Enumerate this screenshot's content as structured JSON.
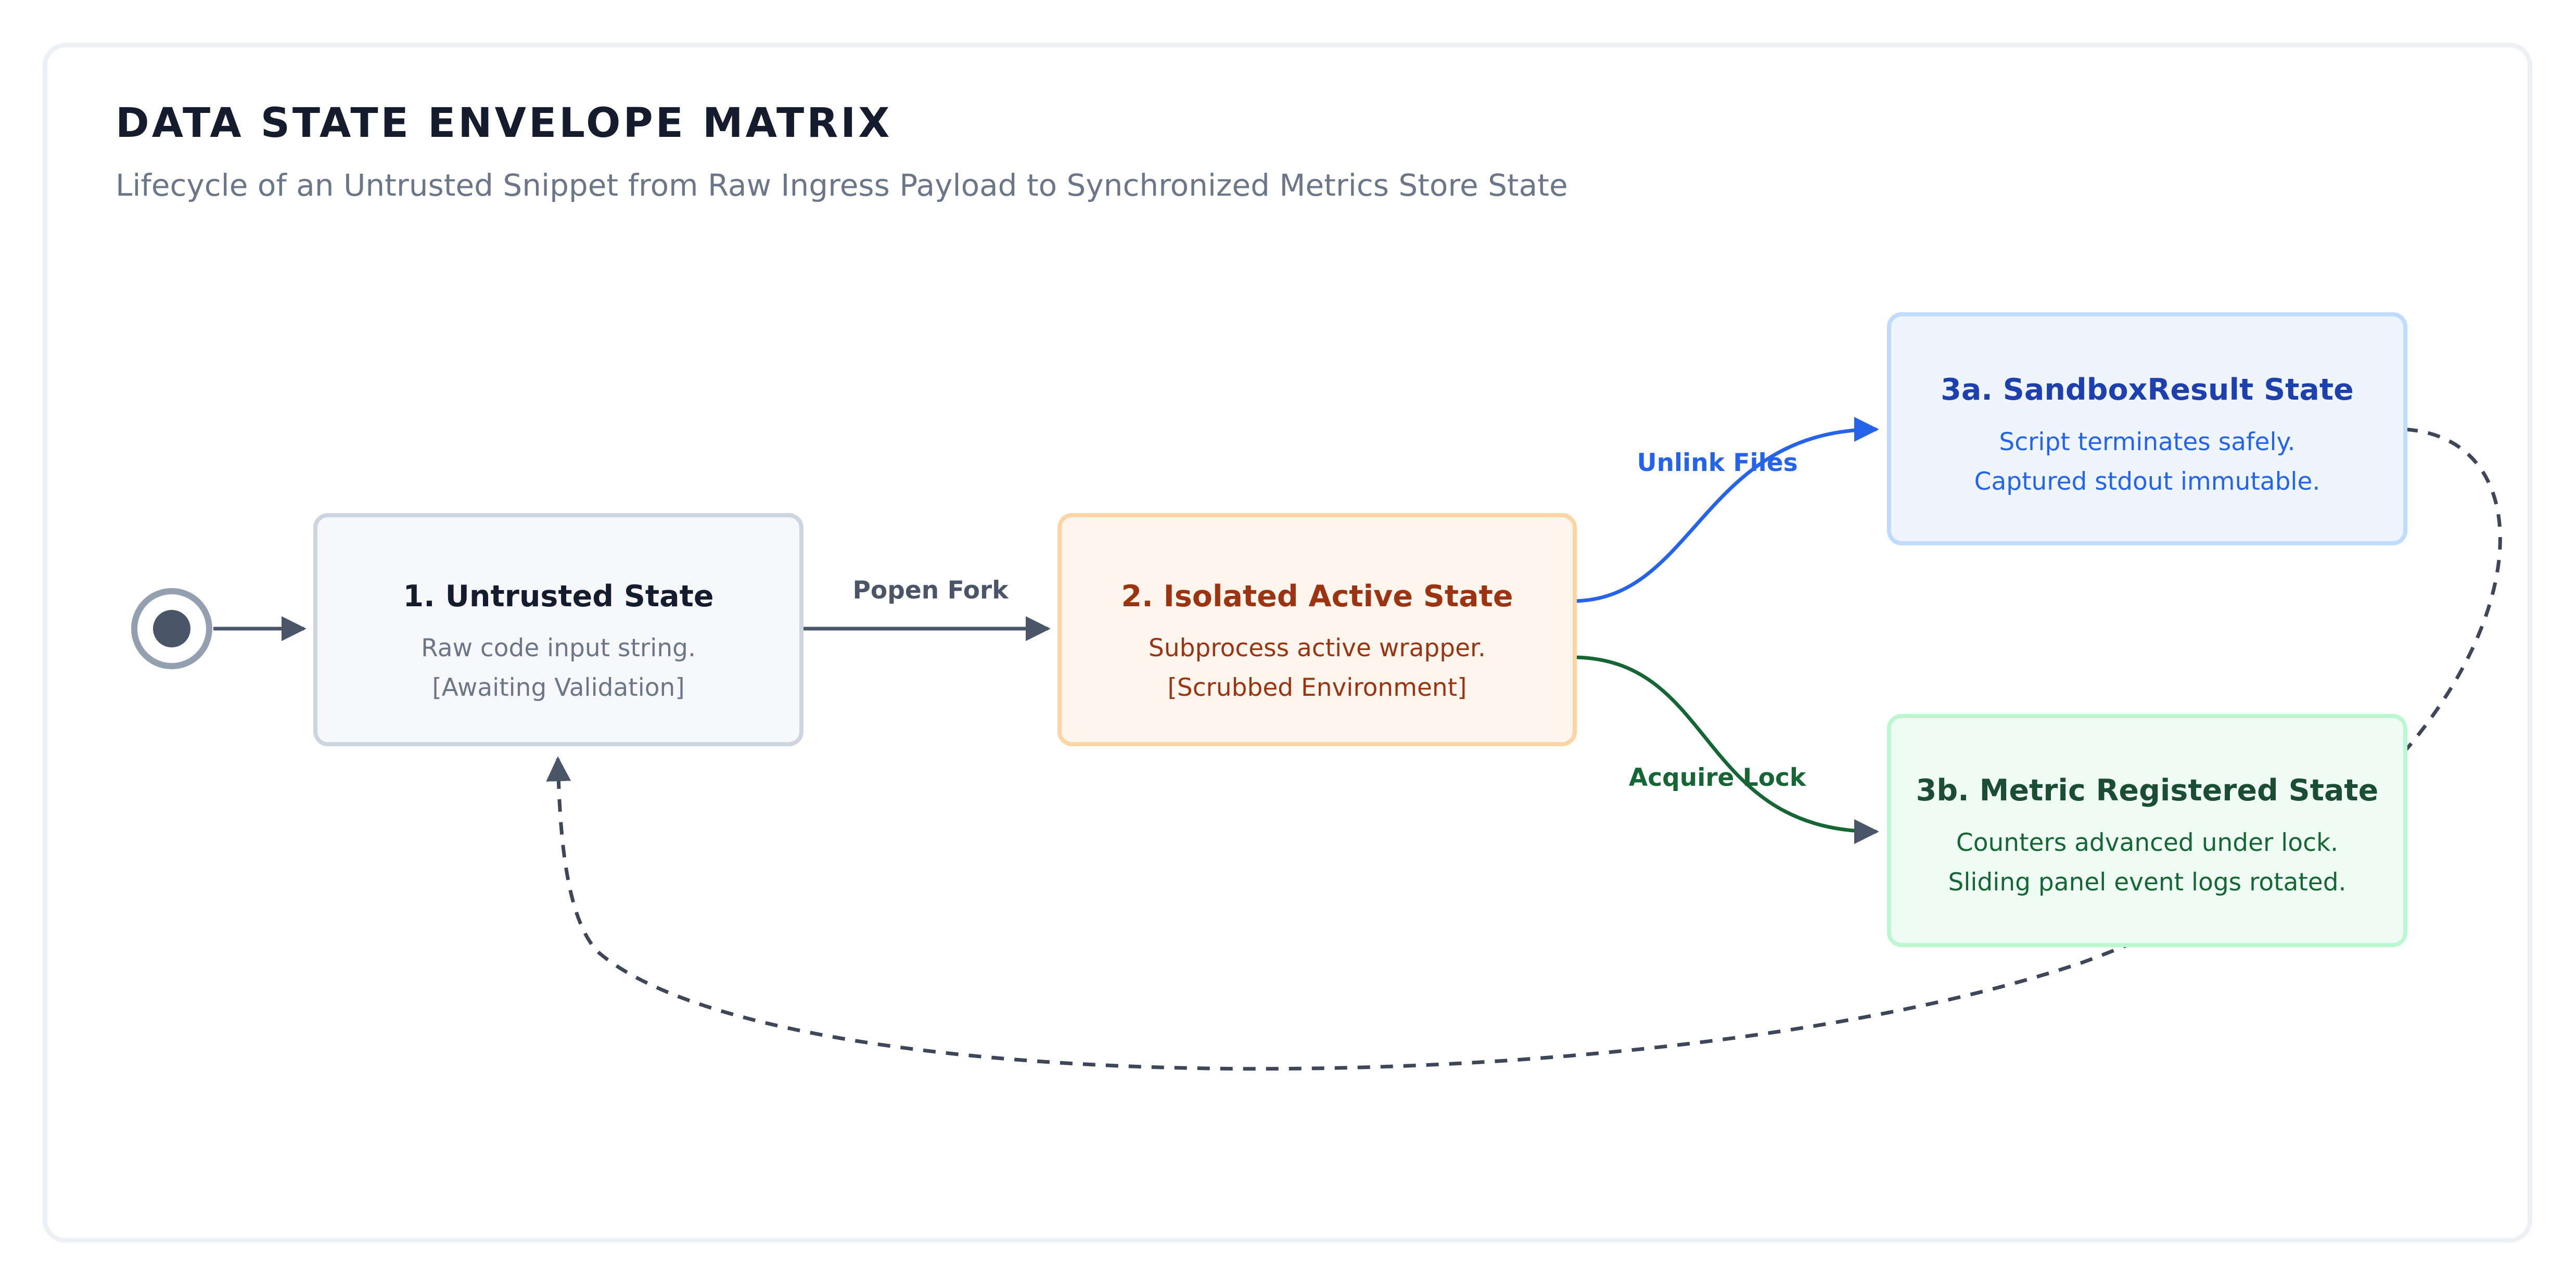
{
  "header": {
    "title": "DATA STATE ENVELOPE MATRIX",
    "subtitle": "Lifecycle of an Untrusted Snippet from Raw Ingress Payload to Synchronized Metrics Store State"
  },
  "nodes": {
    "untrusted": {
      "title": "1. Untrusted State",
      "line1": "Raw code input string.",
      "line2": "[Awaiting Validation]"
    },
    "isolated": {
      "title": "2. Isolated Active State",
      "line1": "Subprocess active wrapper.",
      "line2": "[Scrubbed Environment]"
    },
    "sandbox_result": {
      "title": "3a. SandboxResult State",
      "line1": "Script terminates safely.",
      "line2": "Captured stdout immutable."
    },
    "metric_registered": {
      "title": "3b. Metric Registered State",
      "line1": "Counters advanced under lock.",
      "line2": "Sliding panel event logs rotated."
    }
  },
  "edges": {
    "popen_fork": "Popen Fork",
    "unlink_files": "Unlink Files",
    "acquire_lock": "Acquire Lock"
  },
  "colors": {
    "title": "#151c2e",
    "subtitle": "#6b7789",
    "neutral_stroke": "#4a5568",
    "untrusted_fill": "#f6f8fb",
    "untrusted_border": "#cdd5e0",
    "isolated_fill": "#fff5ec",
    "isolated_border": "#fcd5a5",
    "isolated_text": "#9a3412",
    "sandbox_fill": "#eef5fe",
    "sandbox_border": "#bfdbfe",
    "sandbox_text": "#1e40af",
    "sandbox_edge": "#2563eb",
    "metric_fill": "#effcf4",
    "metric_border": "#bbf7d0",
    "metric_text": "#166534",
    "metric_edge": "#15803d"
  }
}
